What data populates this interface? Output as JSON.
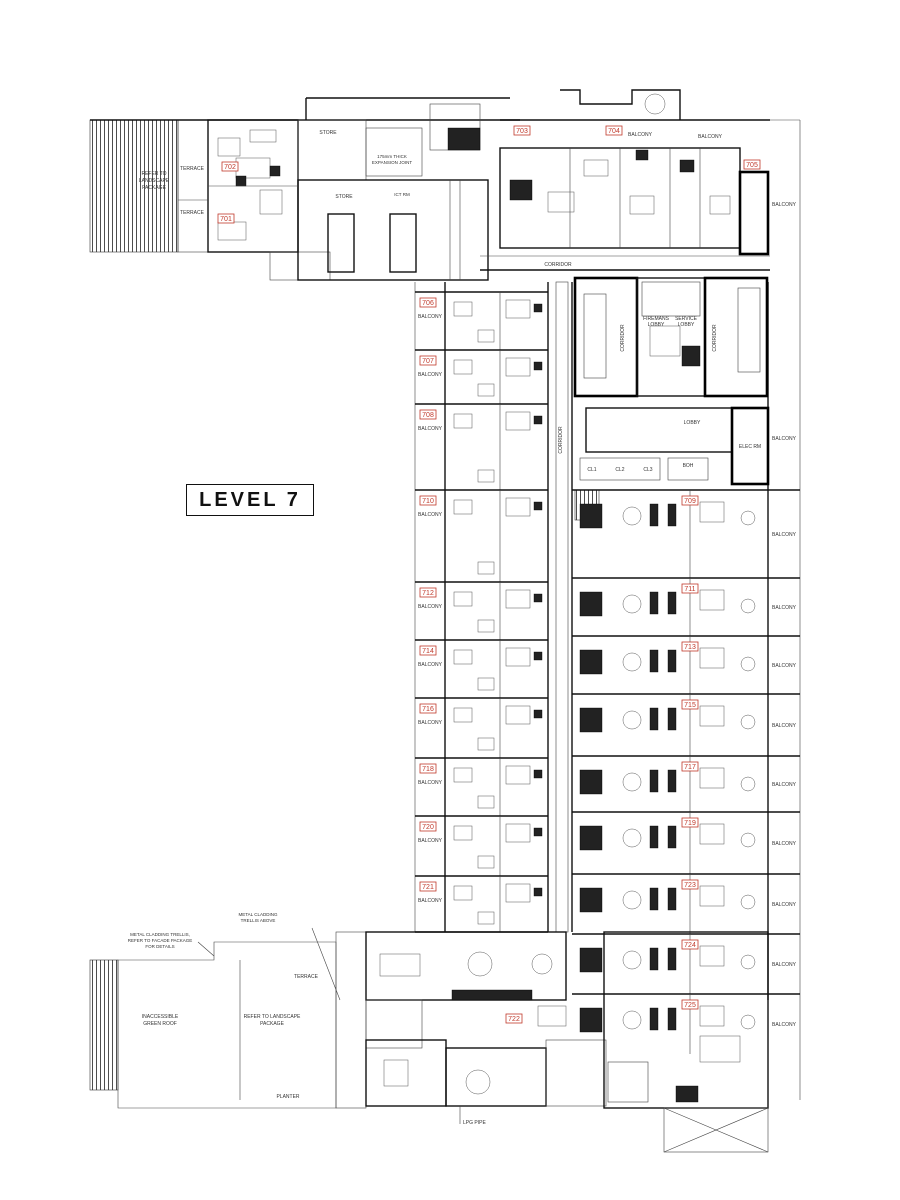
{
  "title": "LEVEL 7",
  "labels": {
    "refer_landscape_top": [
      "REFER TO",
      "LANDSCAPE",
      "PACKAGE"
    ],
    "terrace": "TERRACE",
    "store": "STORE",
    "expansion_joint": [
      "175mm THICK",
      "EXPANSION JOINT"
    ],
    "ict_rm": "ICT RM",
    "corridor": "CORRIDOR",
    "balcony": "BALCONY",
    "fireman_lobby": [
      "FIREMANS",
      "LOBBY"
    ],
    "service_lobby": [
      "SERVICE",
      "LOBBY"
    ],
    "lobby": "LOBBY",
    "elec_rm": "ELEC RM",
    "boh": "BOH",
    "cl1": "CL1",
    "cl2": "CL2",
    "cl3": "CL3",
    "metal_cladding": [
      "METAL CLADDING",
      "TRELLIS ABOVE"
    ],
    "metal_cladding_refer": [
      "METAL CLADDING TRELLIS,",
      "REFER TO FACADE PACKAGE",
      "FOR DETAILS"
    ],
    "inaccessible": [
      "INACCESSIBLE",
      "GREEN ROOF"
    ],
    "refer_landscape_bottom": [
      "REFER TO LANDSCAPE",
      "PACKAGE"
    ],
    "planter": "PLANTER",
    "lpg_pipe": "LPG PIPE"
  },
  "units": {
    "top": [
      "701",
      "702",
      "703",
      "704",
      "705"
    ],
    "left": [
      "706",
      "707",
      "708",
      "710",
      "712",
      "714",
      "716",
      "718",
      "720",
      "721"
    ],
    "right": [
      "709",
      "711",
      "713",
      "715",
      "717",
      "719",
      "723",
      "724",
      "725"
    ],
    "bottom": [
      "722"
    ]
  },
  "colors": {
    "unit_tag": "#c0392b",
    "line": "#111111"
  }
}
